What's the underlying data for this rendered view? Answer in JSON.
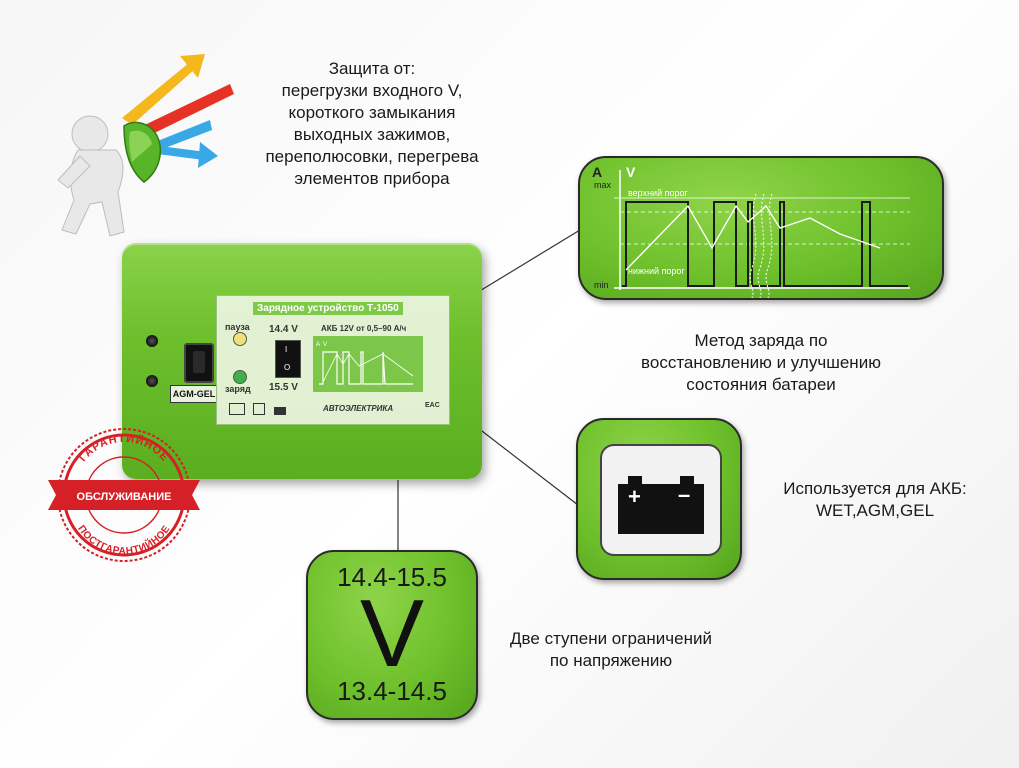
{
  "protection": {
    "lines": [
      "Защита от:",
      "перегрузки входного V,",
      "короткого замыкания",
      "выходных зажимов,",
      "переполюсовки, перегрева",
      "элементов прибора"
    ]
  },
  "device": {
    "title": "Зарядное устройство Т-1050",
    "pause_label": "пауза",
    "charge_label": "заряд",
    "voltage_high": "14.4 V",
    "voltage_low": "15.5 V",
    "battery_spec": "АКБ 12V от 0,5–90 А/ч",
    "brand": "АВТОЭЛЕКТРИКА",
    "mode_label": "AGM-GEL",
    "eac": "EAC",
    "switch_mark_top": "I",
    "switch_mark_bottom": "O",
    "mini_graph_a": "A",
    "mini_graph_v": "V"
  },
  "graph": {
    "axis_a": "A",
    "axis_v": "V",
    "max_label": "max",
    "min_label": "min",
    "upper_threshold": "верхний порог",
    "lower_threshold": "нижний порог"
  },
  "charge_method": {
    "lines": [
      "Метод заряда по",
      "восстановлению и улучшению",
      "состояния батареи"
    ]
  },
  "battery": {
    "lines": [
      "Используется для АКБ:",
      "WET,AGM,GEL"
    ],
    "plus": "+",
    "minus": "–"
  },
  "voltage_card": {
    "top": "14.4-15.5",
    "unit": "V",
    "bottom": "13.4-14.5"
  },
  "voltage_caption": {
    "lines": [
      "Две ступени ограничений",
      "по напряжению"
    ]
  },
  "stamp": {
    "top_arc": "ГАРАНТИЙНОЕ",
    "banner": "ОБСЛУЖИВАНИЕ",
    "bottom_arc": "ПОСТГАРАНТИЙНОЕ"
  },
  "colors": {
    "device_green": "#6dbf2c",
    "stamp_red": "#d62027",
    "arrow_yellow": "#f5b81c",
    "arrow_red": "#e53224",
    "arrow_blue": "#3aa7e6"
  }
}
